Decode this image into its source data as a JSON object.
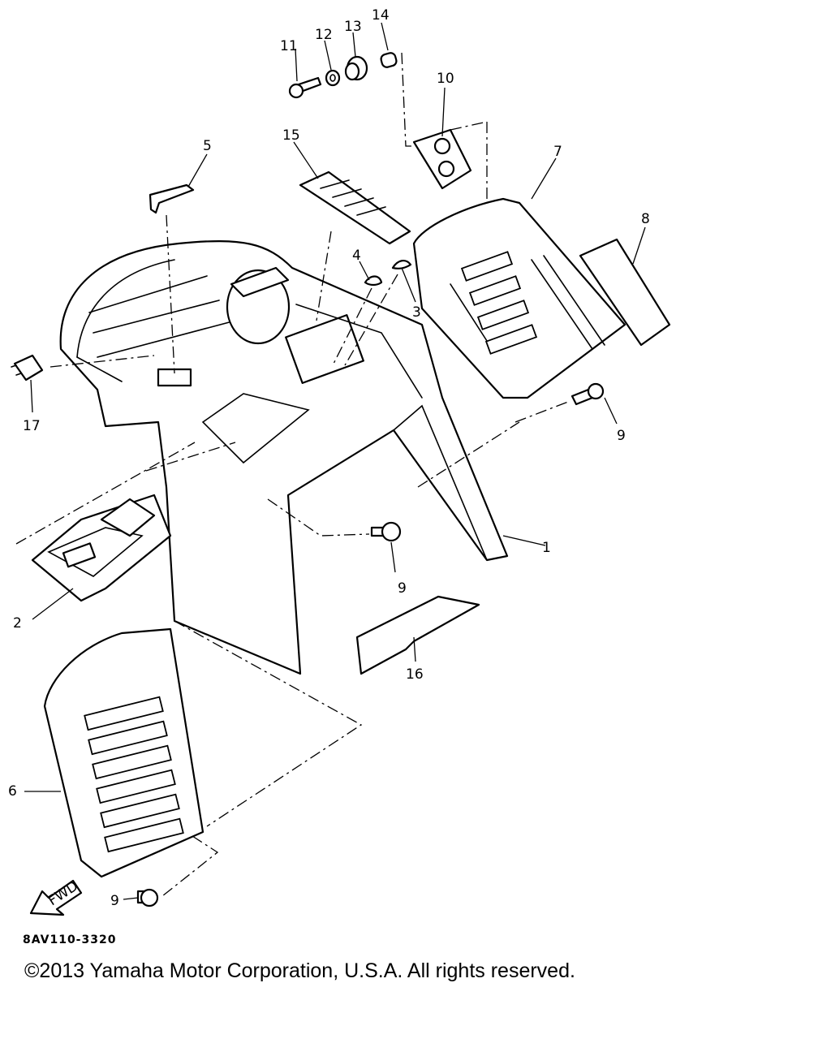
{
  "callouts": [
    {
      "id": "1",
      "label": "1"
    },
    {
      "id": "2",
      "label": "2"
    },
    {
      "id": "3",
      "label": "3"
    },
    {
      "id": "4",
      "label": "4"
    },
    {
      "id": "5",
      "label": "5"
    },
    {
      "id": "6",
      "label": "6"
    },
    {
      "id": "7",
      "label": "7"
    },
    {
      "id": "8",
      "label": "8"
    },
    {
      "id": "9a",
      "label": "9"
    },
    {
      "id": "9b",
      "label": "9"
    },
    {
      "id": "9c",
      "label": "9"
    },
    {
      "id": "10",
      "label": "10"
    },
    {
      "id": "11",
      "label": "11"
    },
    {
      "id": "12",
      "label": "12"
    },
    {
      "id": "13",
      "label": "13"
    },
    {
      "id": "14",
      "label": "14"
    },
    {
      "id": "15",
      "label": "15"
    },
    {
      "id": "16",
      "label": "16"
    },
    {
      "id": "17",
      "label": "17"
    }
  ],
  "front_arrow_label": "FWD",
  "diagram_code": "8AV110-3320",
  "copyright": "©2013 Yamaha Motor Corporation, U.S.A. All rights reserved."
}
